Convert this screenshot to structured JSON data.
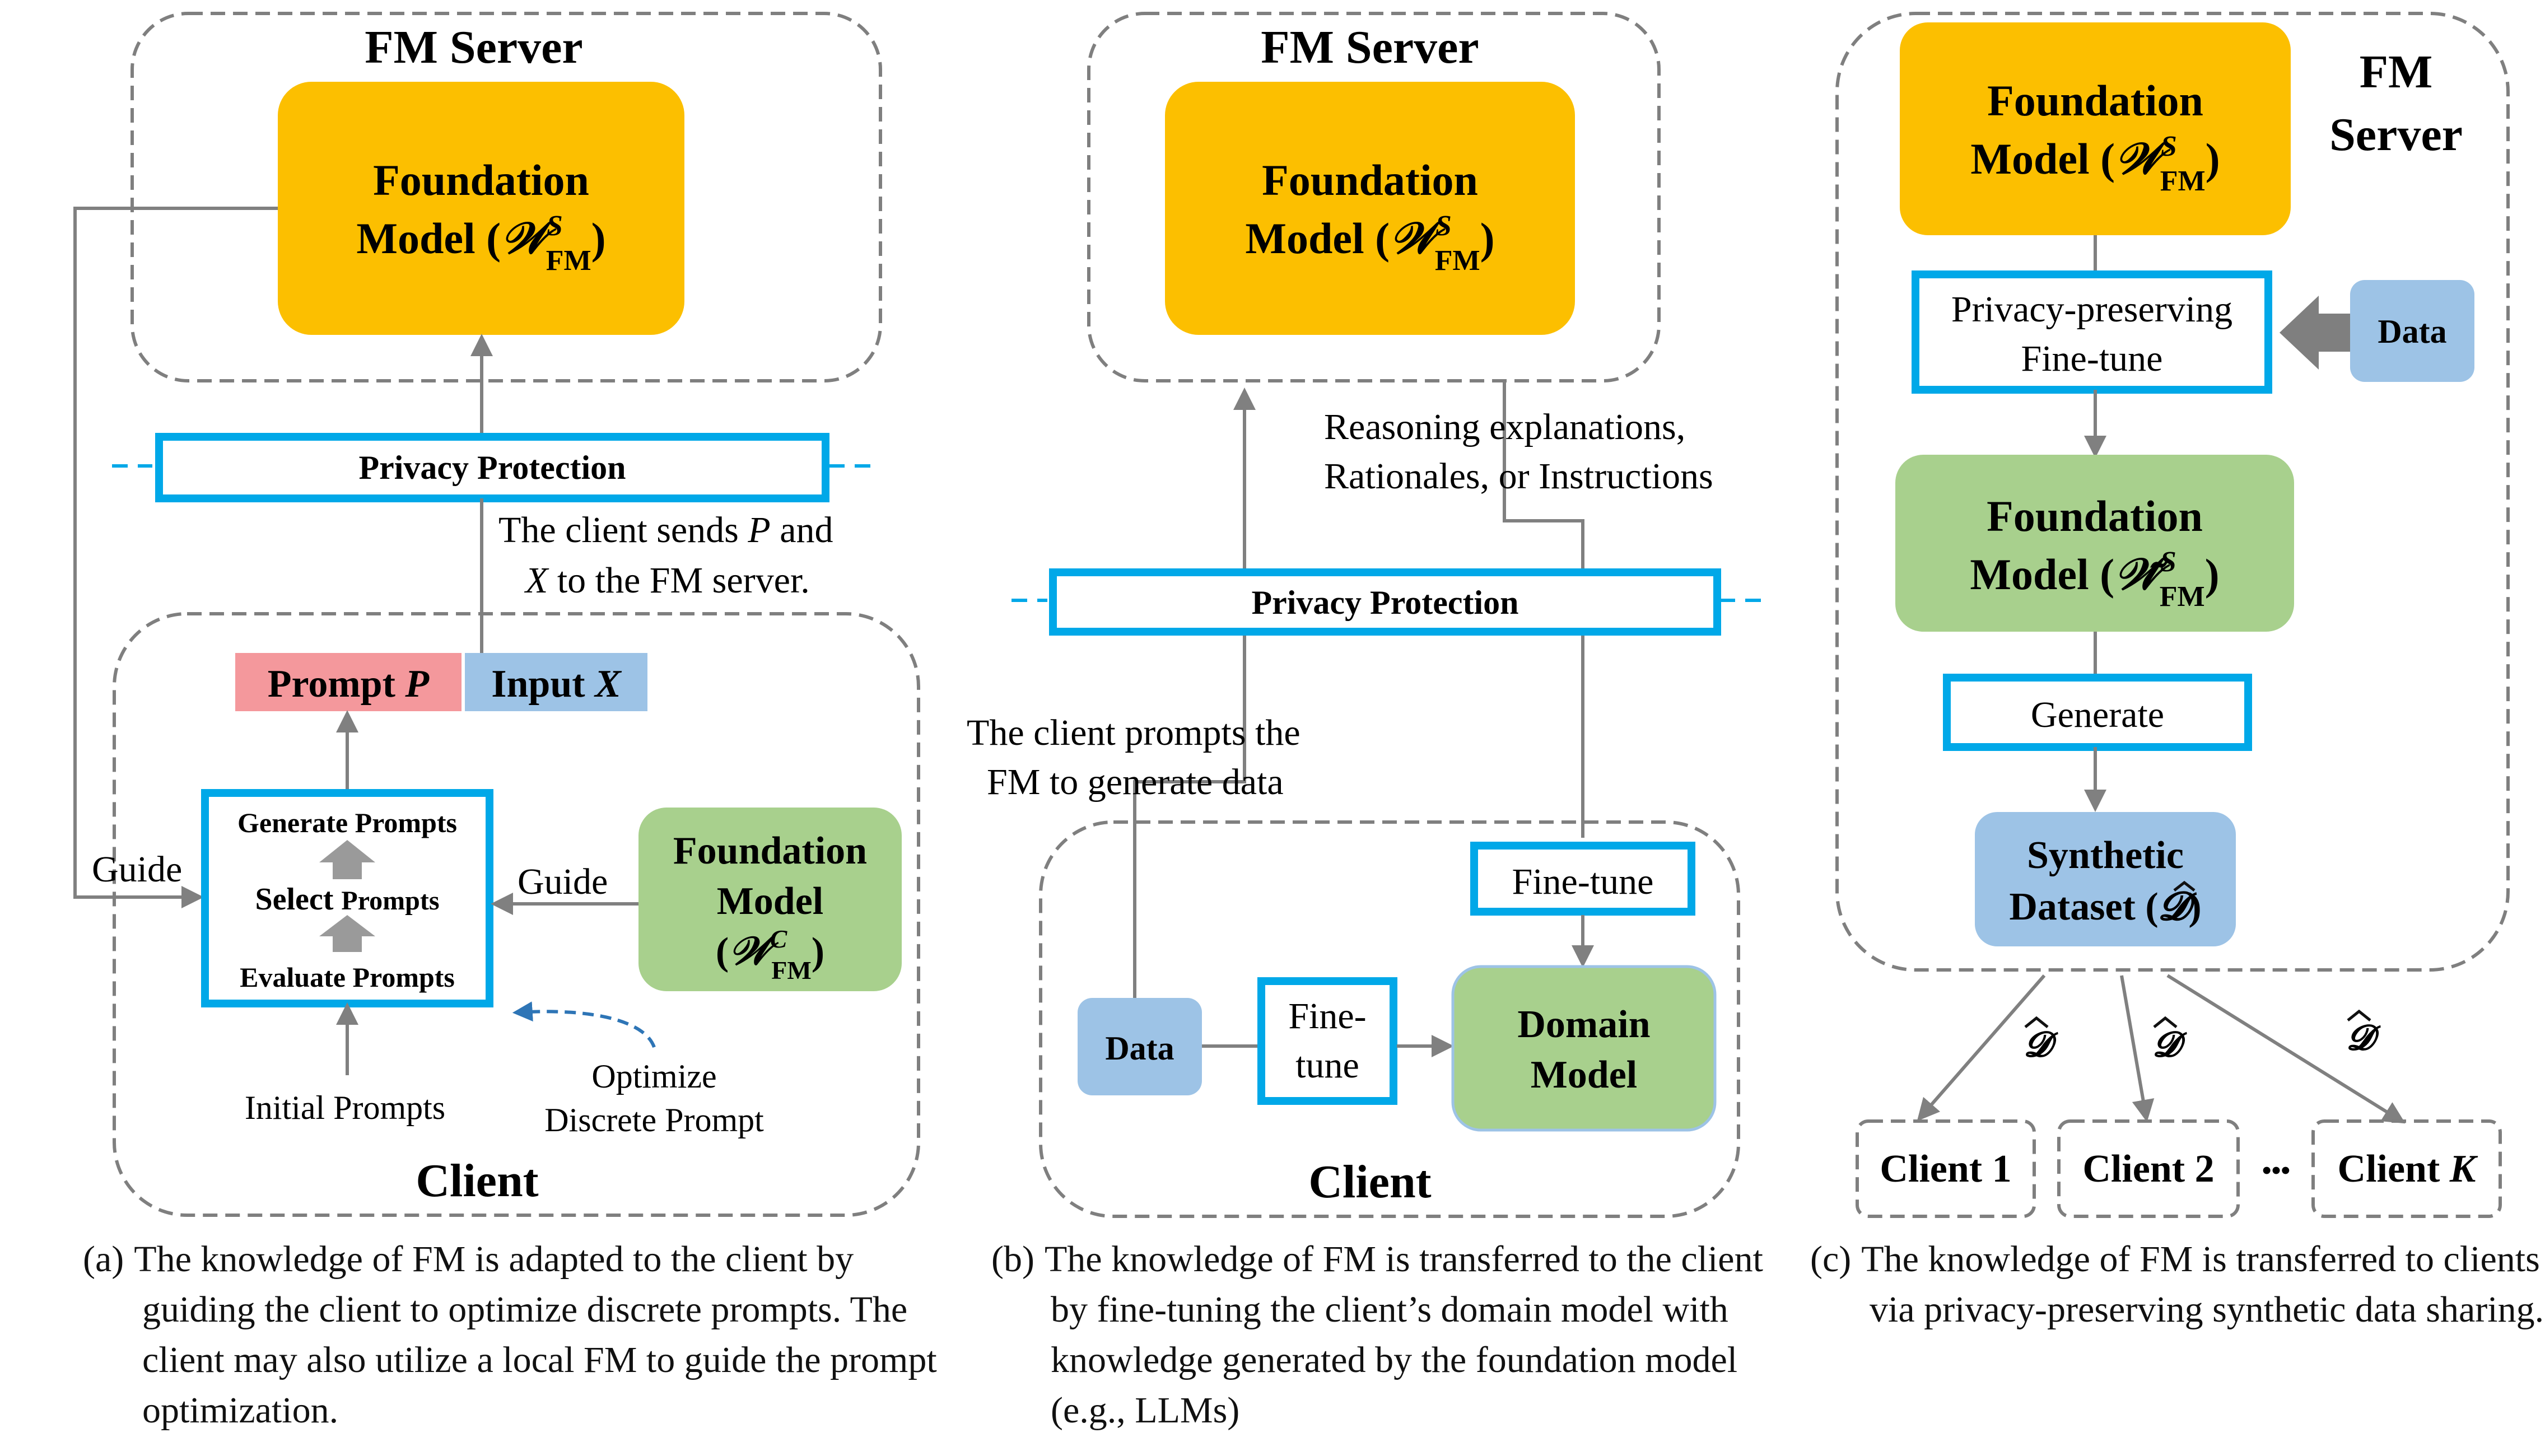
{
  "panel_a": {
    "server_title": "FM Server",
    "fm_line1": "Foundation",
    "fm_line2": "Model (",
    "fm_math": "𝒲",
    "fm_sup": "S",
    "fm_sub": "FM",
    "fm_close": ")",
    "privacy": "Privacy Protection",
    "sends_line1": "The client sends P and",
    "sends_line2": "X to the FM server.",
    "prompt_label": "Prompt P",
    "input_label": "Input X",
    "generate_prompts": "Generate Prompts",
    "select_prompts": "Select Prompts",
    "evaluate_prompts": "Evaluate Prompts",
    "guide_left": "Guide",
    "guide_right": "Guide",
    "local_fm_line1": "Foundation",
    "local_fm_line2": "Model",
    "local_fm_sup": "C",
    "local_fm_sub": "FM",
    "initial_prompts": "Initial Prompts",
    "optimize_line1": "Optimize",
    "optimize_line2": "Discrete Prompt",
    "client_title": "Client",
    "caption_label": "(a)",
    "caption": "The knowledge of FM is adapted to the client by guiding the client to optimize discrete prompts. The client may also utilize a local FM to guide the prompt optimization."
  },
  "panel_b": {
    "server_title": "FM Server",
    "fm_line1": "Foundation",
    "fm_line2": "Model (",
    "fm_sup": "S",
    "fm_sub": "FM",
    "reasoning_line1": "Reasoning explanations,",
    "reasoning_line2": "Rationales, or Instructions",
    "privacy": "Privacy Protection",
    "prompts_line1": "The client prompts the",
    "prompts_line2": "FM to generate data",
    "finetune_top": "Fine-tune",
    "data_label": "Data",
    "finetune_mid_line1": "Fine-",
    "finetune_mid_line2": "tune",
    "domain_line1": "Domain",
    "domain_line2": "Model",
    "client_title": "Client",
    "caption_label": "(b)",
    "caption": "The knowledge of FM is transferred to the client by fine-tuning the client’s domain model with knowledge generated by the foundation model (e.g., LLMs)"
  },
  "panel_c": {
    "server_line1": "FM",
    "server_line2": "Server",
    "fm_line1": "Foundation",
    "fm_line2": "Model (",
    "fm_sup": "S",
    "fm_sub": "FM",
    "ppft_line1": "Privacy-preserving",
    "ppft_line2": "Fine-tune",
    "data_label": "Data",
    "fm2_line1": "Foundation",
    "fm2_line2": "Model (",
    "generate": "Generate",
    "synth_line1": "Synthetic",
    "synth_line2": "Dataset (",
    "synth_sym": "𝓓",
    "d_hat": "𝓓",
    "client1": "Client 1",
    "client2": "Client 2",
    "ellipsis": "•••",
    "clientK_text": "Client ",
    "clientK_var": "K",
    "caption_label": "(c)",
    "caption": "The knowledge of FM is transferred to clients via privacy-preserving synthetic data sharing."
  },
  "colors": {
    "orange": "#FCBF00",
    "green": "#A8D08D",
    "blue_box": "#9DC3E6",
    "pink": "#F4989C",
    "cyan_border": "#00A8E8",
    "arrow_gray": "#808080",
    "dash_gray": "#7F7F7F",
    "dash_blue": "#2E75B6"
  }
}
